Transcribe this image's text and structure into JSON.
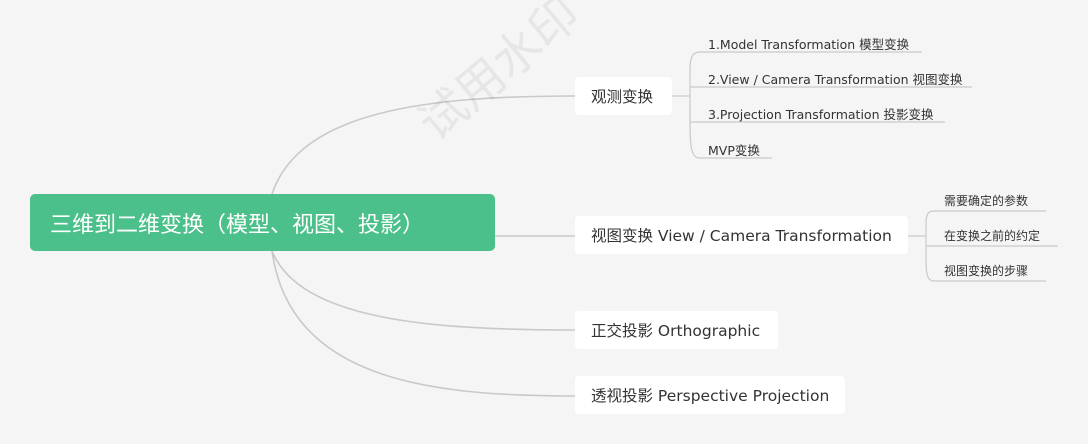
{
  "root": {
    "label": "三维到二维变换（模型、视图、投影）"
  },
  "branches": [
    {
      "label": "观测变换",
      "children": [
        "1.Model Transformation 模型变换",
        "2.View / Camera Transformation 视图变换",
        "3.Projection Transformation 投影变换",
        "MVP变换"
      ]
    },
    {
      "label": "视图变换 View / Camera Transformation",
      "children": [
        "需要确定的参数",
        "在变换之前的约定",
        "视图变换的步骤"
      ]
    },
    {
      "label": "正交投影 Orthographic",
      "children": []
    },
    {
      "label": "透视投影 Perspective Projection",
      "children": []
    }
  ],
  "watermark": "试用水印",
  "colors": {
    "root_bg": "#4cc08a",
    "line": "#cccccc",
    "background": "#f5f5f5"
  }
}
